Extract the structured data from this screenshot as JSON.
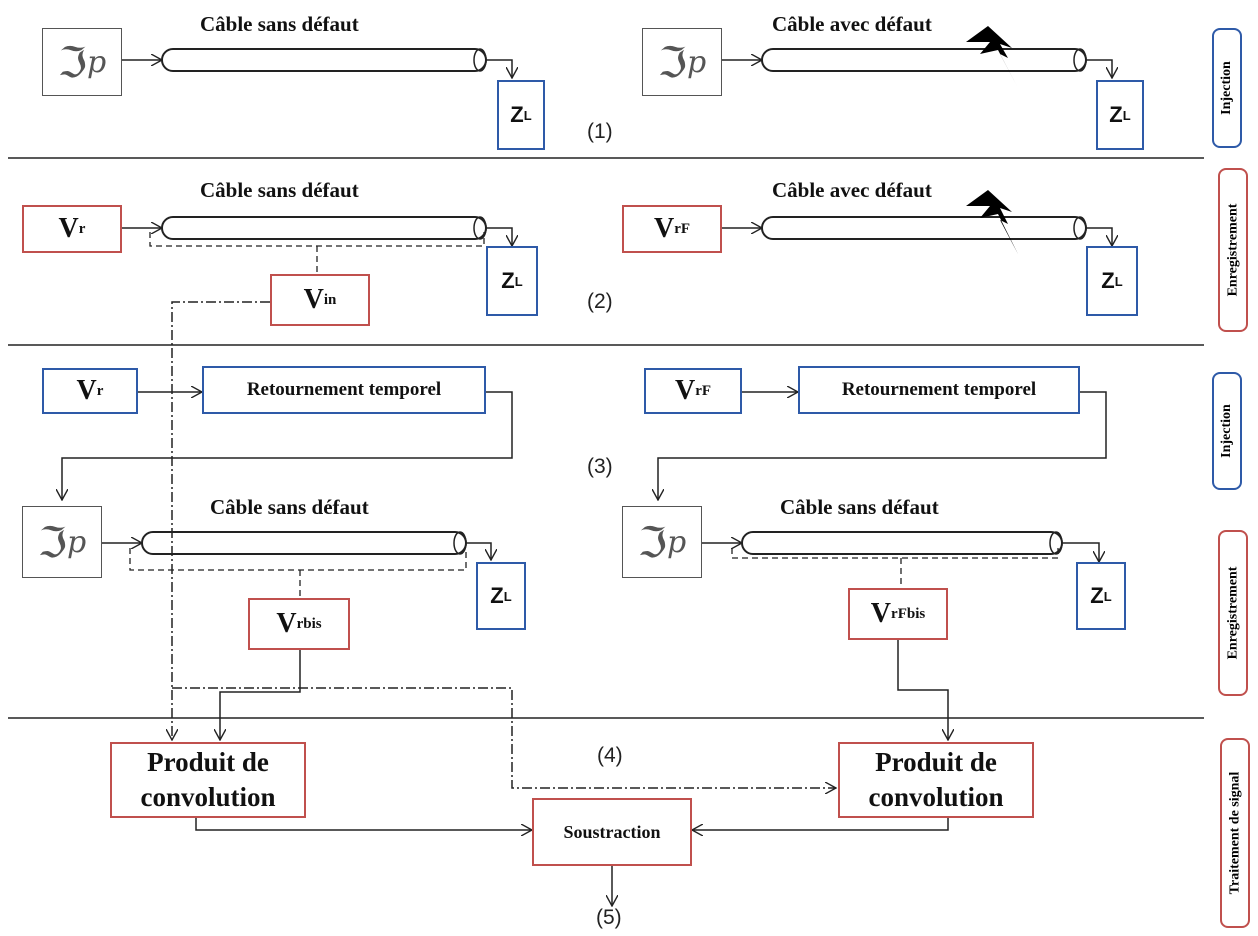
{
  "cable_labels": {
    "s1_left": "Câble sans défaut",
    "s1_right": "Câble avec défaut",
    "s2_left": "Câble sans défaut",
    "s2_right": "Câble avec défaut",
    "s3_left": "Câble sans défaut",
    "s3_right": "Câble sans défaut"
  },
  "symbols": {
    "script_glyph": "ℑ",
    "p_glyph": "p"
  },
  "zl": {
    "main": "Z",
    "sub": "L"
  },
  "signals": {
    "vr": {
      "main": "V",
      "sub": "r"
    },
    "vrf": {
      "main": "V",
      "sub": "rF"
    },
    "vin": {
      "main": "V",
      "sub": "in"
    },
    "vrbis": {
      "main": "V",
      "sub": "rbis"
    },
    "vrfbis": {
      "main": "V",
      "sub": "rFbis"
    }
  },
  "retournement": "Retournement temporel",
  "produit": {
    "line1": "Produit de",
    "line2": "convolution"
  },
  "soustraction": "Soustraction",
  "steps": [
    "(1)",
    "(2)",
    "(3)",
    "(4)",
    "(5)"
  ],
  "side_labels": [
    "Injection",
    "Enregistrement",
    "Injection",
    "Enregistrement",
    "Traitement de signal"
  ],
  "colors": {
    "signal_border": "#c0504d",
    "load_border": "#2e5aa8"
  }
}
